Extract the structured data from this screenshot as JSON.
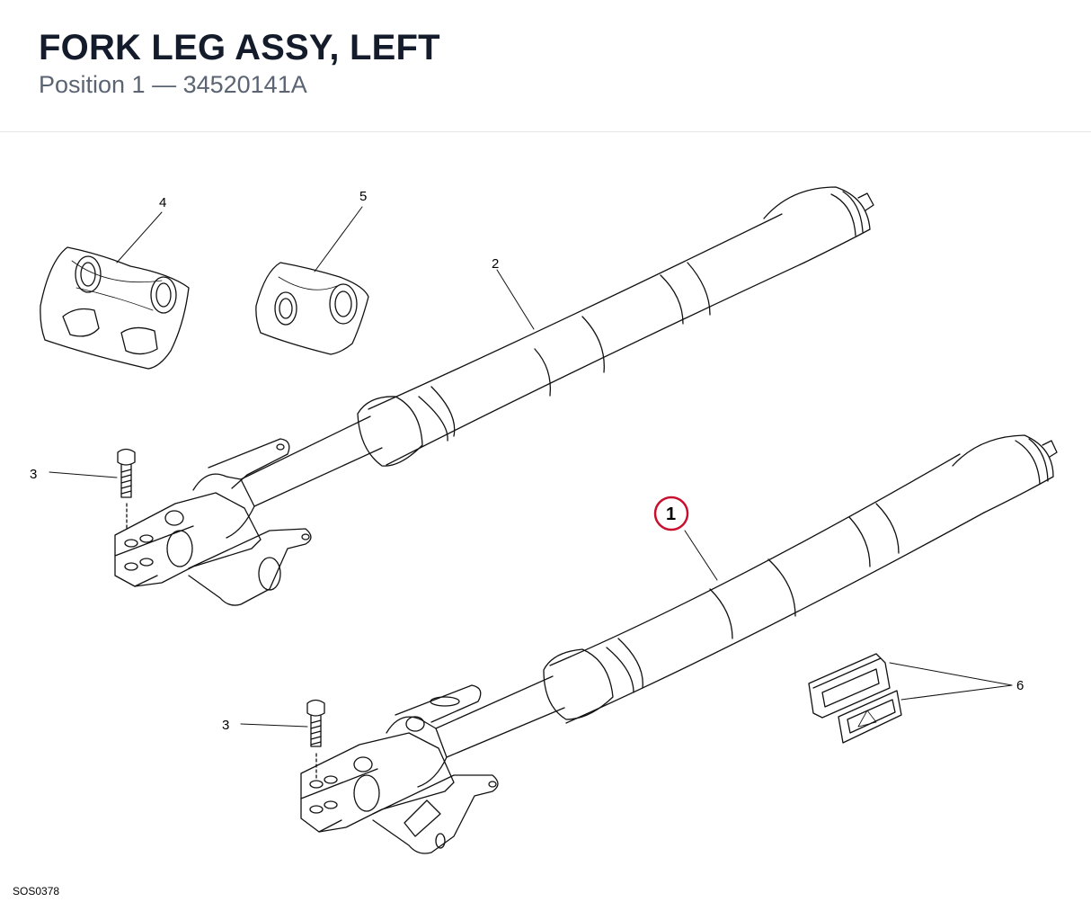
{
  "header": {
    "title": "FORK LEG ASSY, LEFT",
    "subtitle": "Position 1  —  34520141A"
  },
  "callouts": {
    "item1": "1",
    "item2": "2",
    "item3_upper": "3",
    "item3_lower": "3",
    "item4": "4",
    "item5": "5",
    "item6": "6"
  },
  "highlight_color": "#c8102e",
  "footer": {
    "code": "SOS0378"
  }
}
